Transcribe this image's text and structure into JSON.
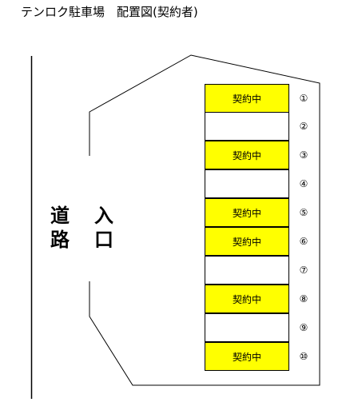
{
  "title": "テンロク駐車場　配置図(契約者)",
  "road": {
    "label_line1": "道",
    "label_line2": "路"
  },
  "entrance": {
    "label_line1": "入",
    "label_line2": "口"
  },
  "stalls": [
    {
      "label": "契約中",
      "number": "①",
      "status": "contracted"
    },
    {
      "label": "",
      "number": "②",
      "status": "vacant"
    },
    {
      "label": "契約中",
      "number": "③",
      "status": "contracted"
    },
    {
      "label": "",
      "number": "④",
      "status": "vacant"
    },
    {
      "label": "契約中",
      "number": "⑤",
      "status": "contracted"
    },
    {
      "label": "契約中",
      "number": "⑥",
      "status": "contracted"
    },
    {
      "label": "",
      "number": "⑦",
      "status": "vacant"
    },
    {
      "label": "契約中",
      "number": "⑧",
      "status": "contracted"
    },
    {
      "label": "",
      "number": "⑨",
      "status": "vacant"
    },
    {
      "label": "契約中",
      "number": "⑩",
      "status": "contracted"
    }
  ],
  "colors": {
    "contracted": "#ffff00",
    "vacant": "#ffffff",
    "line": "#000000"
  }
}
